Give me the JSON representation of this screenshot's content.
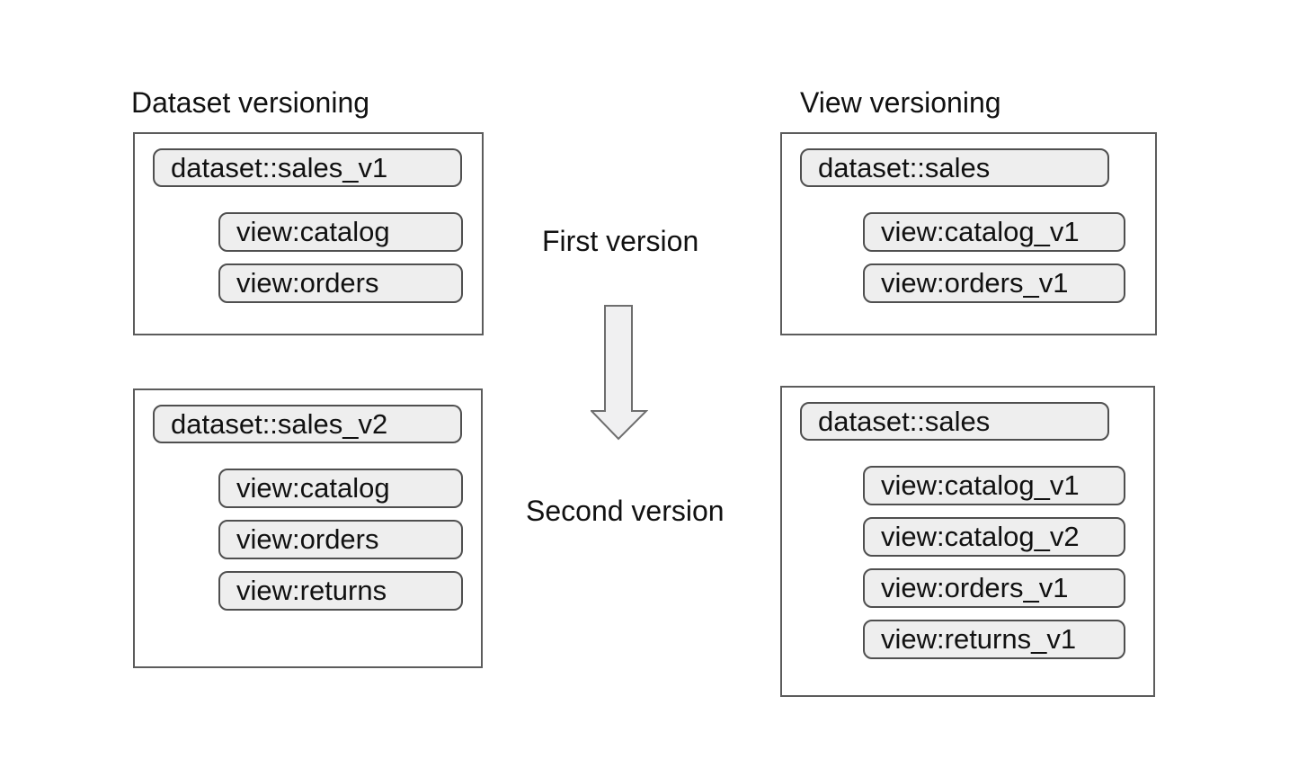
{
  "diagram": {
    "left": {
      "heading": "Dataset versioning",
      "version1": {
        "dataset": "dataset::sales_v1",
        "views": [
          "view:catalog",
          "view:orders"
        ]
      },
      "version2": {
        "dataset": "dataset::sales_v2",
        "views": [
          "view:catalog",
          "view:orders",
          "view:returns"
        ]
      }
    },
    "right": {
      "heading": "View versioning",
      "version1": {
        "dataset": "dataset::sales",
        "views": [
          "view:catalog_v1",
          "view:orders_v1"
        ]
      },
      "version2": {
        "dataset": "dataset::sales",
        "views": [
          "view:catalog_v1",
          "view:catalog_v2",
          "view:orders_v1",
          "view:returns_v1"
        ]
      }
    },
    "center": {
      "first_label": "First version",
      "second_label": "Second version",
      "arrow_icon": "down-arrow"
    },
    "colors": {
      "background": "#ffffff",
      "pill_fill": "#eeeeee",
      "pill_border": "#4f4f4f",
      "box_border": "#5c5c5c",
      "arrow_fill": "#f0f0f1",
      "arrow_border": "#6e6e6e",
      "text": "#111111"
    }
  }
}
